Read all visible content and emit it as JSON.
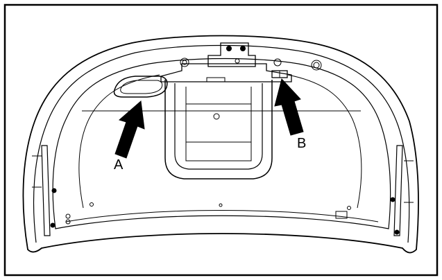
{
  "diagram": {
    "callouts": [
      {
        "id": "A",
        "label": "A"
      },
      {
        "id": "B",
        "label": "B"
      }
    ],
    "colors": {
      "line": "#000000",
      "background": "#ffffff",
      "arrow": "#000000"
    }
  }
}
